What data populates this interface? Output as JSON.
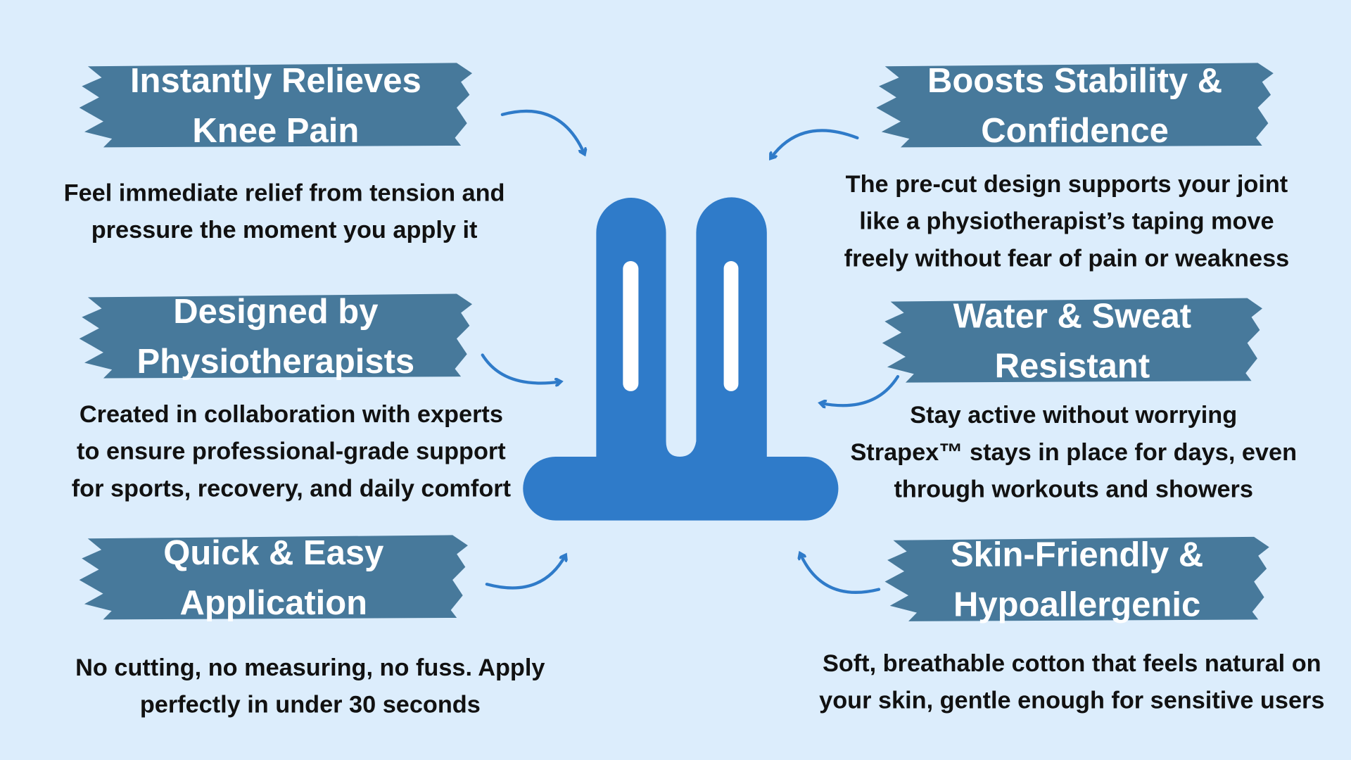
{
  "colors": {
    "background": "#dcedfc",
    "banner": "#47799b",
    "tape": "#2f7bc9",
    "arrow": "#2f7bc9",
    "text": "#111111"
  },
  "features": [
    {
      "title": [
        "Instantly Relieves",
        "Knee Pain"
      ],
      "desc": [
        "Feel immediate relief from tension and",
        "pressure the moment you apply it"
      ]
    },
    {
      "title": [
        "Boosts Stability &",
        "Confidence"
      ],
      "desc": [
        "The pre-cut design supports your joint",
        "like a physiotherapist’s taping move",
        "freely without fear of pain or weakness"
      ]
    },
    {
      "title": [
        "Designed by",
        "Physiotherapists"
      ],
      "desc": [
        "Created in collaboration with experts",
        "to ensure professional-grade support",
        "for sports, recovery, and daily comfort"
      ]
    },
    {
      "title": [
        "Water & Sweat",
        "Resistant"
      ],
      "desc": [
        "Stay active without worrying",
        "Strapex™ stays in place for days, even",
        "through workouts and showers"
      ]
    },
    {
      "title": [
        "Quick & Easy",
        "Application"
      ],
      "desc": [
        "No cutting, no measuring, no fuss. Apply",
        "perfectly in under 30 seconds"
      ]
    },
    {
      "title": [
        "Skin-Friendly &",
        "Hypoallergenic"
      ],
      "desc": [
        "Soft, breathable cotton that feels natural on",
        "your skin, gentle enough for sensitive users"
      ]
    }
  ]
}
